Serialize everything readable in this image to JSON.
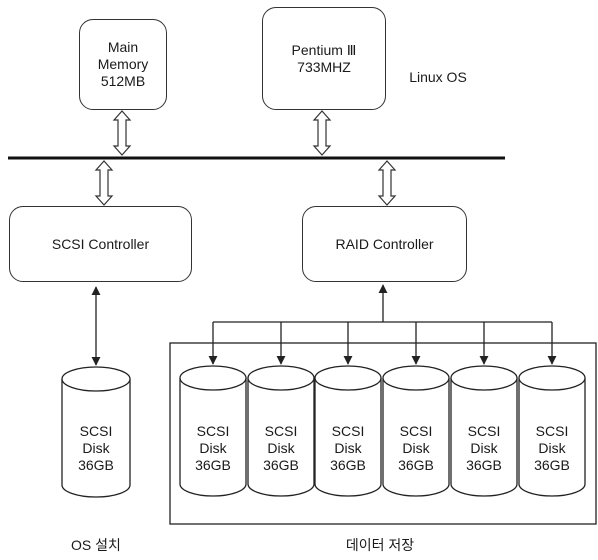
{
  "main_memory": "Main\nMemory\n512MB",
  "cpu": "Pentium Ⅲ\n733MHZ",
  "os_label": "Linux OS",
  "scsi_controller": "SCSI Controller",
  "raid_controller": "RAID Controller",
  "os_disk": "SCSI\nDisk\n36GB",
  "raid_disks": [
    "SCSI\nDisk\n36GB",
    "SCSI\nDisk\n36GB",
    "SCSI\nDisk\n36GB",
    "SCSI\nDisk\n36GB",
    "SCSI\nDisk\n36GB",
    "SCSI\nDisk\n36GB"
  ],
  "caption_os": "OS 설치",
  "caption_data": "데이터 저장"
}
